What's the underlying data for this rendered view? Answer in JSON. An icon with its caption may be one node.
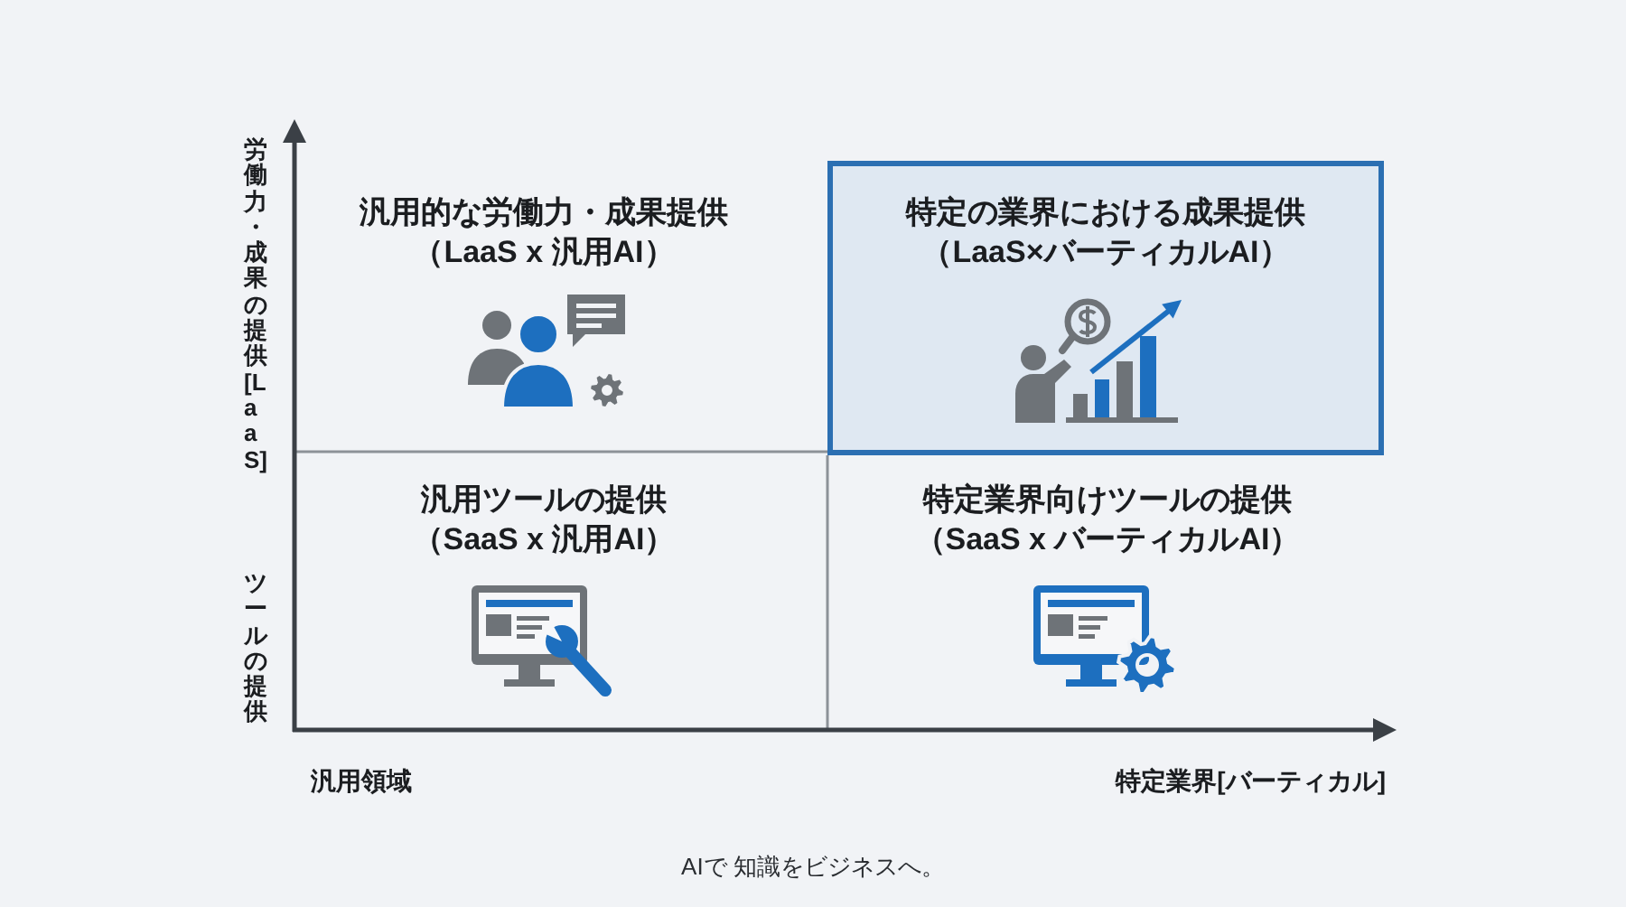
{
  "diagram": {
    "nodes": [
      {
        "text": [
          "汎用的な労働力・成果提供",
          "（LaaS x 汎用AI）"
        ]
      },
      {
        "text": [
          "特定の業界における成果提供",
          "（LaaS×バーティカルAI）"
        ]
      },
      {
        "text": [
          "汎用ツールの提供",
          "（SaaS x 汎用AI）"
        ]
      },
      {
        "text": [
          "特定業界向けツールの提供",
          "（SaaS x バーティカルAI）"
        ]
      }
    ],
    "labels": [
      "労働力・成果の提供[LaaS]",
      "ツールの提供",
      "汎用領域",
      "特定業界[バーティカル]",
      "AIで 知識をビジネスへ。"
    ]
  }
}
